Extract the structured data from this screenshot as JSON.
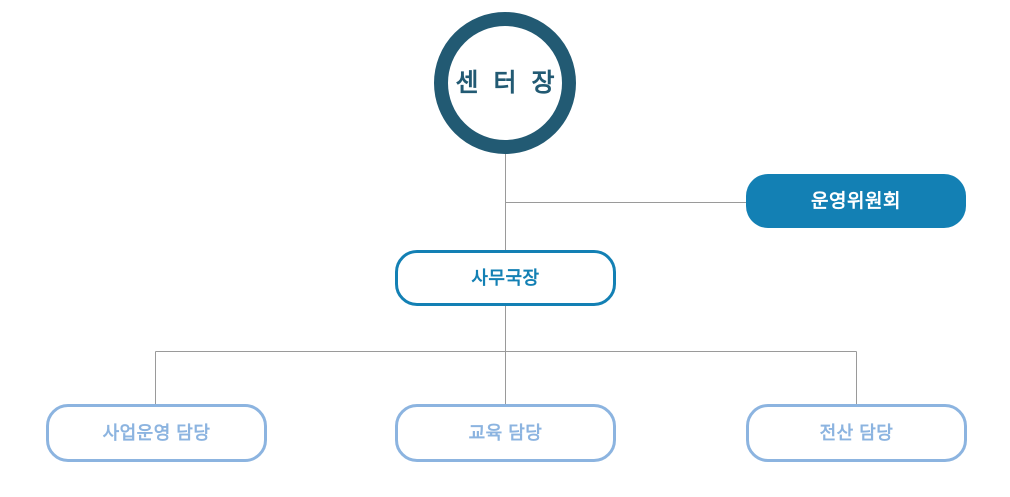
{
  "chart": {
    "type": "org-chart",
    "title": "",
    "background_color": "#ffffff",
    "connector_color": "#9a9a9a",
    "palette": {
      "dark_teal": "#225a73",
      "blue": "#1380b4",
      "light_blue": "#8cb4e0",
      "white": "#ffffff"
    },
    "nodes": {
      "root": {
        "label": "센 터 장",
        "shape": "circle",
        "style": "dark-teal-outline"
      },
      "committee": {
        "label": "운영위원회",
        "shape": "rounded-rect",
        "style": "blue-filled"
      },
      "secretary_general": {
        "label": "사무국장",
        "shape": "rounded-rect",
        "style": "blue-outline"
      },
      "teams": [
        {
          "label": "사업운영 담당",
          "shape": "rounded-rect",
          "style": "light-blue-outline"
        },
        {
          "label": "교육 담당",
          "shape": "rounded-rect",
          "style": "light-blue-outline"
        },
        {
          "label": "전산 담당",
          "shape": "rounded-rect",
          "style": "light-blue-outline"
        }
      ]
    }
  }
}
